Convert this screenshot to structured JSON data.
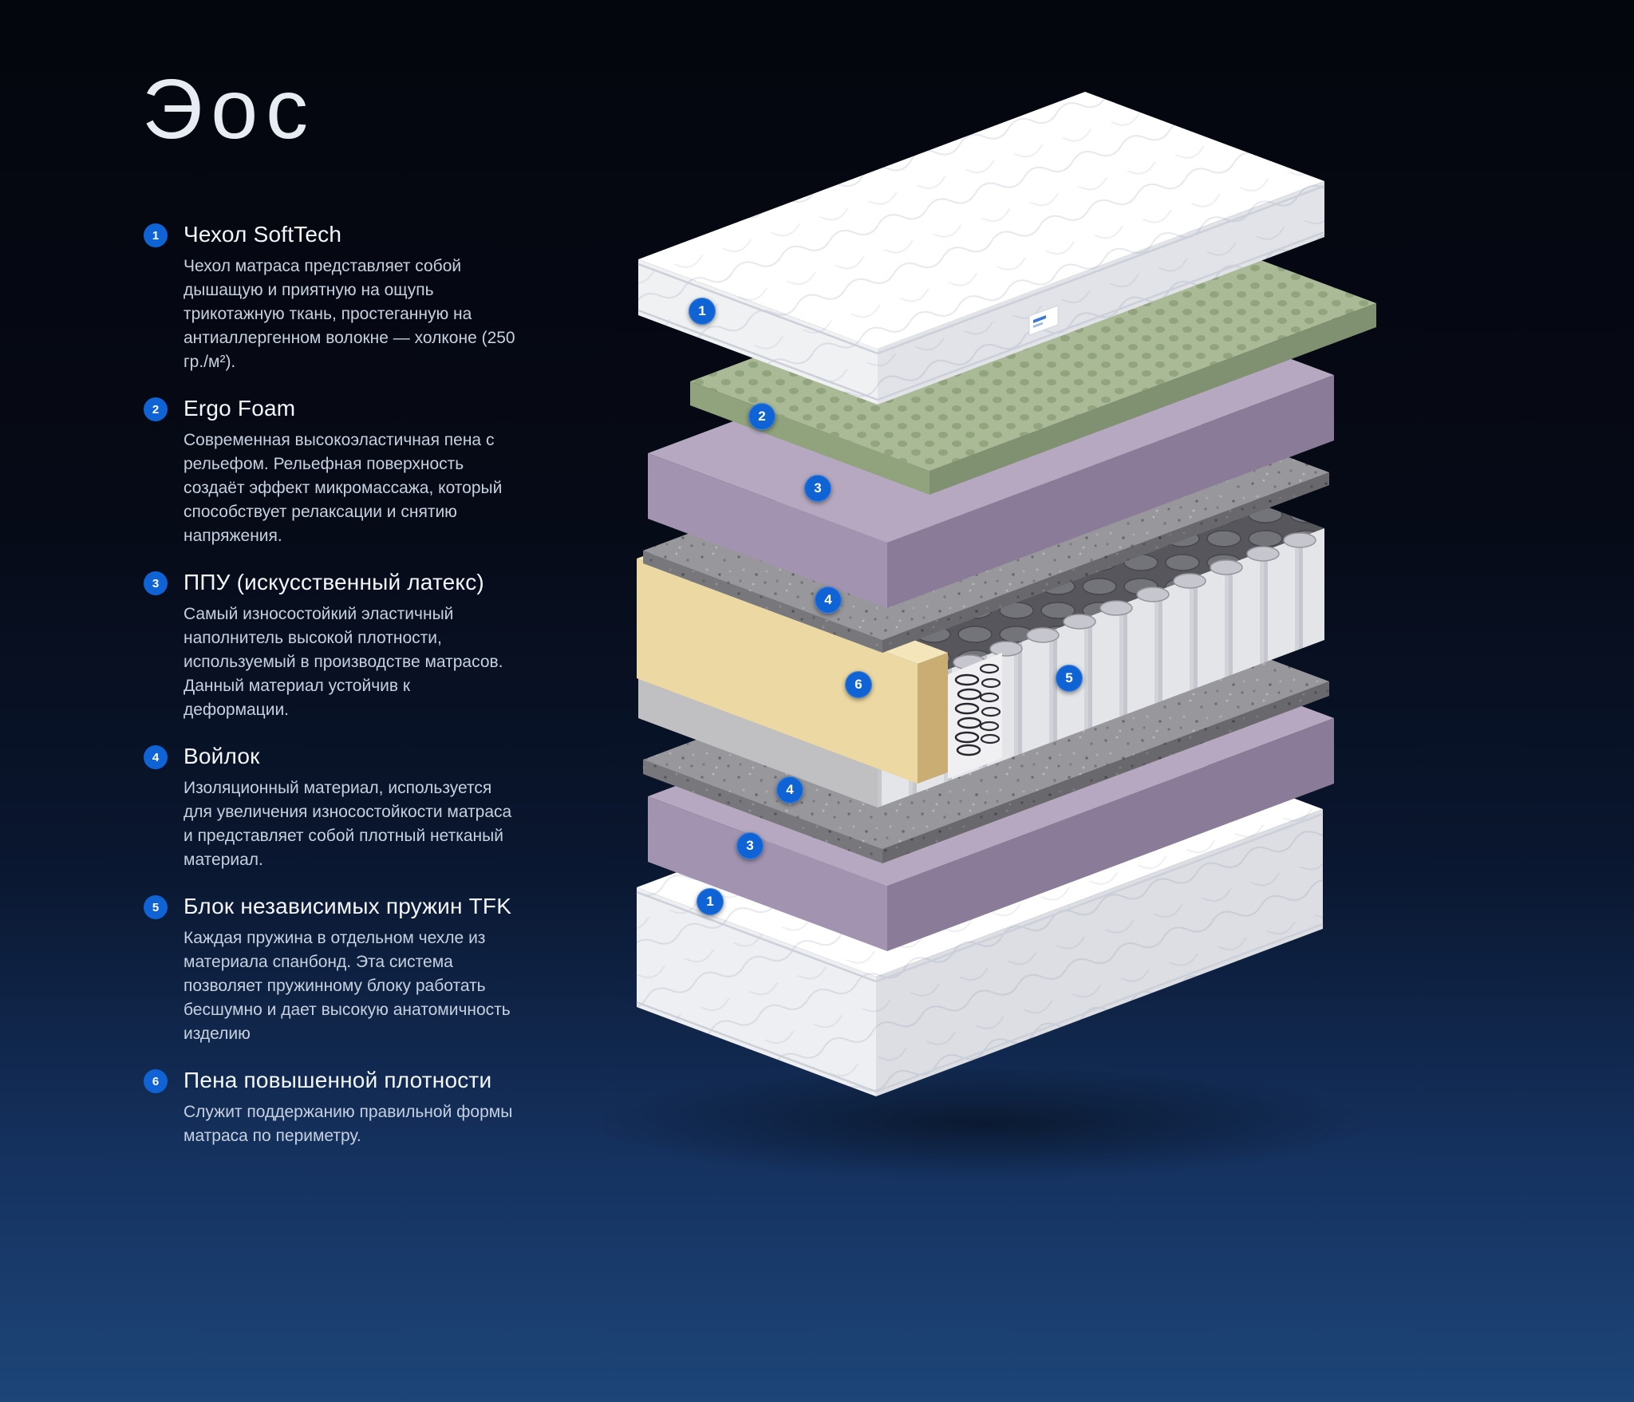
{
  "page": {
    "title": "Эос"
  },
  "accent_color": "#0f63d4",
  "legend": {
    "items": [
      {
        "num": "1",
        "title": "Чехол SoftTech",
        "body": "Чехол матраса представляет собой дышащую и приятную на ощупь трикотажную ткань, простеганную на антиаллергенном волокне — холконе (250 гр./м²)."
      },
      {
        "num": "2",
        "title": "Ergo Foam",
        "body": "Современная высокоэластичная пена с рельефом.  Рельефная поверхность создаёт эффект микромассажа, который способствует релаксации и снятию напряжения."
      },
      {
        "num": "3",
        "title": "ППУ (искусственный латекс)",
        "body": "Самый износостойкий эластичный наполнитель высокой плотности, используемый в производстве матрасов. Данный материал устойчив к деформации."
      },
      {
        "num": "4",
        "title": "Войлок",
        "body": "Изоляционный материал, используется для увеличения износостойкости матраса и представляет собой плотный нетканый материал."
      },
      {
        "num": "5",
        "title": "Блок независимых пружин TFK",
        "body": "Каждая пружина в отдельном чехле из материала спанбонд. Эта система позволяет пружинному блоку работать бесшумно и дает высокую анатомичность изделию"
      },
      {
        "num": "6",
        "title": "Пена повышенной плотности",
        "body": "Служит поддержанию правильной формы матраса по периметру."
      }
    ]
  },
  "diagram": {
    "badges": [
      {
        "label": "1",
        "layer": "cover-top"
      },
      {
        "label": "2",
        "layer": "ergo-foam"
      },
      {
        "label": "3",
        "layer": "pu-foam-top"
      },
      {
        "label": "4",
        "layer": "felt-top"
      },
      {
        "label": "6",
        "layer": "edge-foam"
      },
      {
        "label": "5",
        "layer": "spring-block"
      },
      {
        "label": "4",
        "layer": "felt-bottom"
      },
      {
        "label": "3",
        "layer": "pu-foam-bottom"
      },
      {
        "label": "1",
        "layer": "cover-bottom"
      }
    ]
  }
}
